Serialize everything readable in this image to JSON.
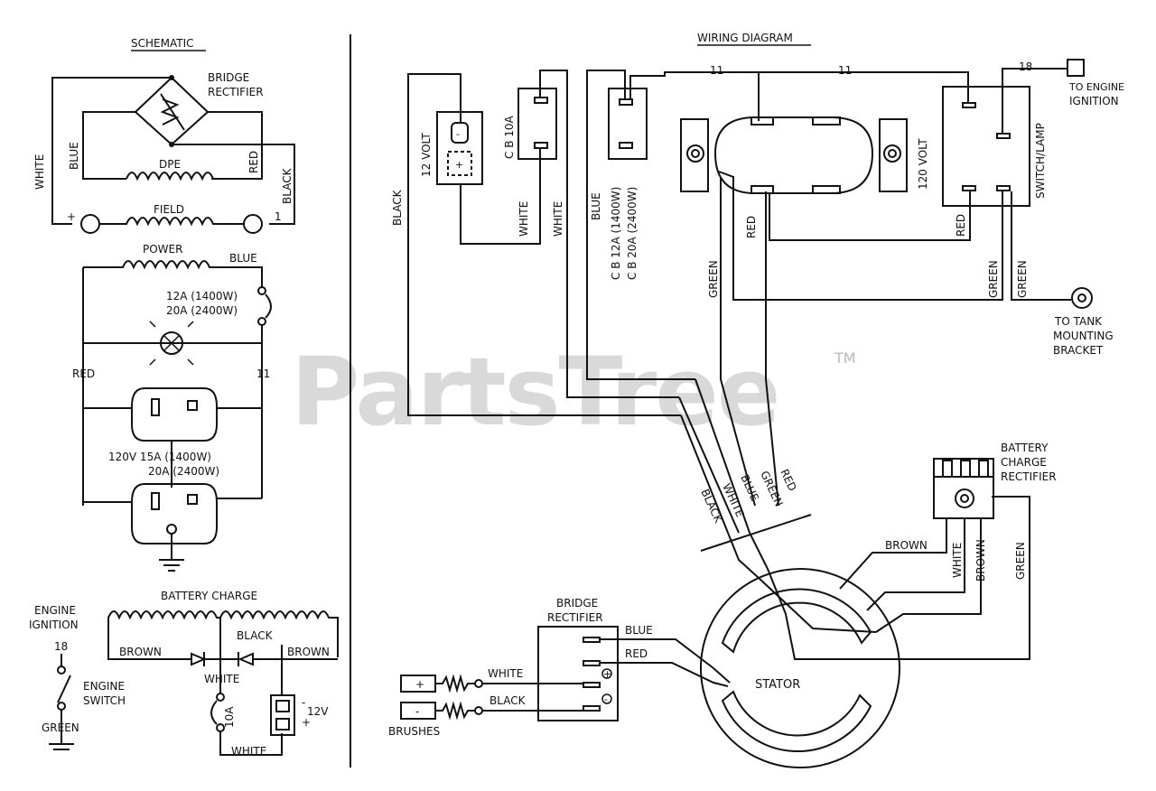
{
  "watermark": {
    "text": "PartsTree",
    "tm": "TM"
  },
  "schematic": {
    "title": "SCHEMATIC",
    "bridge_rectifier": "BRIDGE",
    "bridge_rectifier_2": "RECTIFIER",
    "white": "WHITE",
    "blue": "BLUE",
    "red": "RED",
    "black": "BLACK",
    "dpe": "DPE",
    "field": "FIELD",
    "plus": "+",
    "one": "1",
    "power": "POWER",
    "power_blue": "BLUE",
    "cb_12a": "12A (1400W)",
    "cb_20a": "20A (2400W)",
    "red_label": "RED",
    "eleven": "11",
    "receptacle_1": "120V 15A (1400W)",
    "receptacle_2": "20A (2400W)",
    "battery_charge": "BATTERY CHARGE",
    "brown_left": "BROWN",
    "black_mid": "BLACK",
    "brown_right": "BROWN",
    "white_mid": "WHITE",
    "ten_a": "10A",
    "white_bottom": "WHITE",
    "twelve_v": "12V",
    "minus": "-",
    "plus_b": "+",
    "engine_ignition_1": "ENGINE",
    "engine_ignition_2": "IGNITION",
    "eighteen": "18",
    "engine_switch_1": "ENGINE",
    "engine_switch_2": "SWITCH",
    "green": "GREEN"
  },
  "wiring": {
    "title": "WIRING DIAGRAM",
    "eleven_a": "11",
    "eleven_b": "11",
    "eighteen": "18",
    "to_engine_1": "TO ENGINE",
    "to_engine_2": "IGNITION",
    "black": "BLACK",
    "twelve_volt": "12 VOLT",
    "cb_10a": "C B  10A",
    "white_1": "WHITE",
    "white_2": "WHITE",
    "blue": "BLUE",
    "cb_12a": "C B  12A (1400W)",
    "cb_20a": "C B  20A (2400W)",
    "one_twenty_volt": "120 VOLT",
    "switch_lamp": "SWITCH/LAMP",
    "red_a": "RED",
    "red_b": "RED",
    "green_a": "GREEN",
    "green_b": "GREEN",
    "green_c": "GREEN",
    "to_tank_1": "TO TANK",
    "to_tank_2": "MOUNTING",
    "to_tank_3": "BRACKET",
    "bundle_black": "BLACK",
    "bundle_white": "WHITE",
    "bundle_blue": "BLUE",
    "bundle_green": "GREEN",
    "bundle_red": "RED",
    "battery_charge_1": "BATTERY",
    "battery_charge_2": "CHARGE",
    "battery_charge_3": "RECTIFIER",
    "brown_a": "BROWN",
    "white_v": "WHITE",
    "brown_v": "BROWN",
    "green_v": "GREEN",
    "bridge_1": "BRIDGE",
    "bridge_2": "RECTIFIER",
    "blue_r": "BLUE",
    "red_r": "RED",
    "white_r": "WHITE",
    "black_r": "BLACK",
    "plus": "+",
    "minus": "-",
    "brushes": "BRUSHES",
    "stator": "STATOR"
  }
}
